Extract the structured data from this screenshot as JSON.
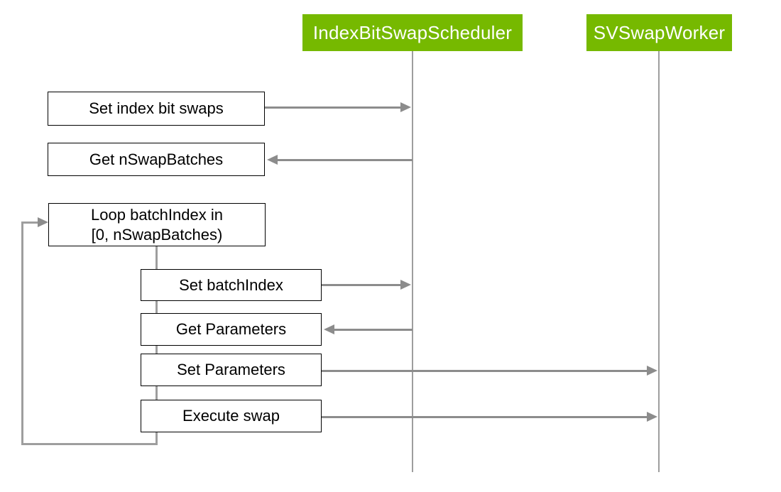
{
  "diagram": {
    "type": "sequence-diagram",
    "actors": [
      {
        "label": "IndexBitSwapScheduler",
        "color": "#76b900"
      },
      {
        "label": "SVSwapWorker",
        "color": "#76b900"
      }
    ],
    "steps": [
      {
        "kind": "message",
        "label": "Set index bit swaps",
        "target": "IndexBitSwapScheduler",
        "direction": "right"
      },
      {
        "kind": "message",
        "label": "Get nSwapBatches",
        "source": "IndexBitSwapScheduler",
        "direction": "left"
      },
      {
        "kind": "loop",
        "label_line1": "Loop batchIndex in",
        "label_line2": "[0, nSwapBatches)"
      },
      {
        "kind": "message",
        "label": "Set batchIndex",
        "target": "IndexBitSwapScheduler",
        "direction": "right",
        "in_loop": true
      },
      {
        "kind": "message",
        "label": "Get Parameters",
        "source": "IndexBitSwapScheduler",
        "direction": "left",
        "in_loop": true
      },
      {
        "kind": "message",
        "label": "Set Parameters",
        "target": "SVSwapWorker",
        "direction": "right",
        "in_loop": true
      },
      {
        "kind": "message",
        "label": "Execute swap",
        "target": "SVSwapWorker",
        "direction": "right",
        "in_loop": true
      }
    ],
    "colors": {
      "actor_bg": "#76b900",
      "actor_text": "#ffffff",
      "arrow": "#8c8c8c",
      "lifeline": "#9e9e9e",
      "loop_line": "#9e9e9e",
      "box_bg": "#ffffff",
      "box_border": "#000000",
      "background": "#ffffff"
    }
  }
}
